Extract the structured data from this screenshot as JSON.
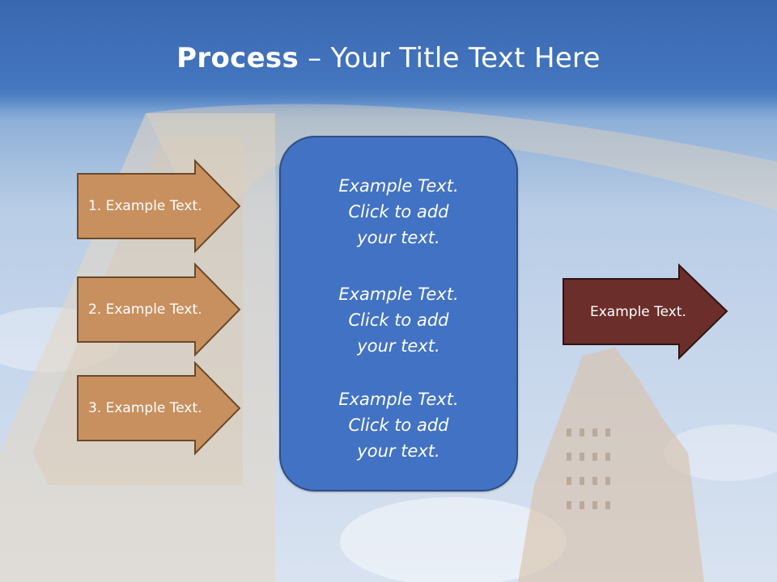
{
  "title": {
    "bold": "Process",
    "rest": " – Your Title Text Here"
  },
  "left_arrows": [
    {
      "label": "1. Example Text."
    },
    {
      "label": "2. Example Text."
    },
    {
      "label": "3. Example Text."
    }
  ],
  "center_box": {
    "blocks": [
      {
        "line1": "Example Text.",
        "line2": "Click  to add",
        "line3": "your text."
      },
      {
        "line1": "Example Text.",
        "line2": "Click  to add",
        "line3": "your text."
      },
      {
        "line1": "Example Text.",
        "line2": "Click  to add",
        "line3": "your text."
      }
    ]
  },
  "right_arrow": {
    "label": "Example Text."
  },
  "colors": {
    "header": "#3a68b0",
    "left_arrow_fill": "#c8905f",
    "left_arrow_stroke": "#6a4a2a",
    "center_box_fill": "#4272c3",
    "right_arrow_fill": "#6b2e2b"
  }
}
